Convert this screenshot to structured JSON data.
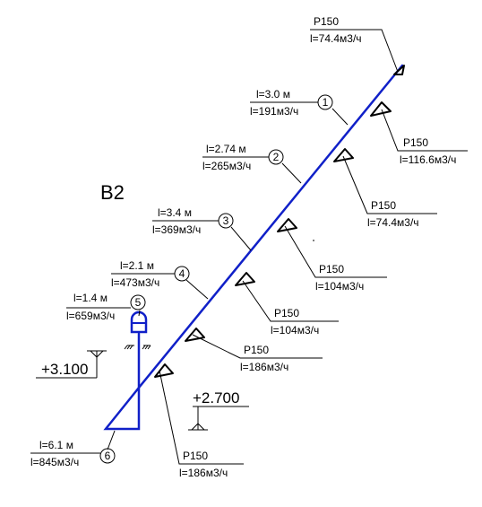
{
  "system_label": "В2",
  "elevations": [
    {
      "id": "elev-high",
      "value": "+3.100"
    },
    {
      "id": "elev-low",
      "value": "+2.700"
    }
  ],
  "nodes": [
    {
      "num": "1",
      "length": "l=3.0 м",
      "flow": "l=191м3/ч"
    },
    {
      "num": "2",
      "length": "l=2.74 м",
      "flow": "l=265м3/ч"
    },
    {
      "num": "3",
      "length": "l=3.4 м",
      "flow": "l=369м3/ч"
    },
    {
      "num": "4",
      "length": "l=2.1 м",
      "flow": "l=473м3/ч"
    },
    {
      "num": "5",
      "length": "l=1.4 м",
      "flow": "l=659м3/ч"
    },
    {
      "num": "6",
      "length": "l=6.1 м",
      "flow": "l=845м3/ч"
    }
  ],
  "fixtures": [
    {
      "model": "P150",
      "flow": "l=74.4м3/ч"
    },
    {
      "model": "P150",
      "flow": "l=116.6м3/ч"
    },
    {
      "model": "P150",
      "flow": "l=74.4м3/ч"
    },
    {
      "model": "P150",
      "flow": "l=104м3/ч"
    },
    {
      "model": "P150",
      "flow": "l=104м3/ч"
    },
    {
      "model": "P150",
      "flow": "l=186м3/ч"
    },
    {
      "model": "P150",
      "flow": "l=186м3/ч"
    }
  ],
  "colors": {
    "pipe": "#1020c8",
    "ink": "#000000"
  }
}
